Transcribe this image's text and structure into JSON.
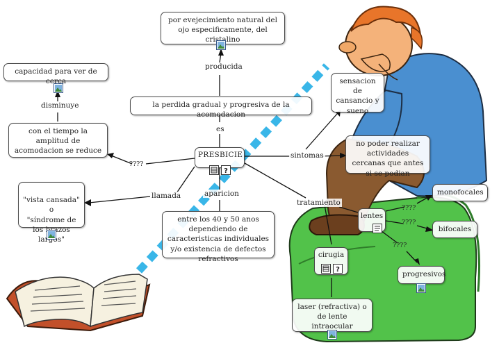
{
  "colors": {
    "sky": "#39b6e8",
    "skin": "#f4b27a",
    "hair": "#e8752a",
    "shirt": "#4a8fd0",
    "pants": "#8a5a30",
    "chair": "#52c24a",
    "book_cover": "#c2502a",
    "node_border": "#4a4a4a"
  },
  "nodes": {
    "presbicie": {
      "label": "PRESBICIE",
      "icons": [
        "concept-map-icon",
        "help-question-icon"
      ]
    },
    "perdida": {
      "label": "la perdida gradual y  progresiva de la acomodacion"
    },
    "envejecimiento": {
      "label": "por evejecimiento natural del ojo especificamente, del cristalino",
      "icons": [
        "image-icon"
      ]
    },
    "amplitud": {
      "label": "con el tiempo la amplitud de acomodacion se reduce"
    },
    "capacidad": {
      "label": "capacidad para ver de cerca",
      "icons": [
        "image-icon"
      ]
    },
    "vista": {
      "label": "\"vista cansada\"\no\n\"síndrome de los brazos largos\"",
      "icons": [
        "image-icon"
      ]
    },
    "edad": {
      "label": "entre los 40 y 50 anos dependiendo de caracteristicas individuales y/o existencia de defectos refractivos"
    },
    "cansancio": {
      "label": "sensacion de cansancio y sueno"
    },
    "noPoder": {
      "label": "no poder realizar actividades cercanas que antes si se podian"
    },
    "lentes": {
      "label": "lentes",
      "icons": [
        "document-icon"
      ]
    },
    "monofocales": {
      "label": "monofocales"
    },
    "bifocales": {
      "label": "bifocales"
    },
    "progresivos": {
      "label": "progresivos",
      "icons": [
        "image-icon"
      ]
    },
    "cirugia": {
      "label": "cirugia",
      "icons": [
        "concept-map-icon",
        "help-question-icon"
      ]
    },
    "laser": {
      "label": "laser (refractiva) o de lente intraocular",
      "icons": [
        "image-icon"
      ]
    }
  },
  "links": {
    "es": "es",
    "producida": "producida",
    "disminuye": "disminuye",
    "q_left": "????",
    "llamada": "llamada",
    "aparicion": "aparicion",
    "sintomas": "sintomas",
    "tratamiento": "tratamiento",
    "q_mono": "????",
    "q_bif": "????",
    "q_prog": "????"
  }
}
